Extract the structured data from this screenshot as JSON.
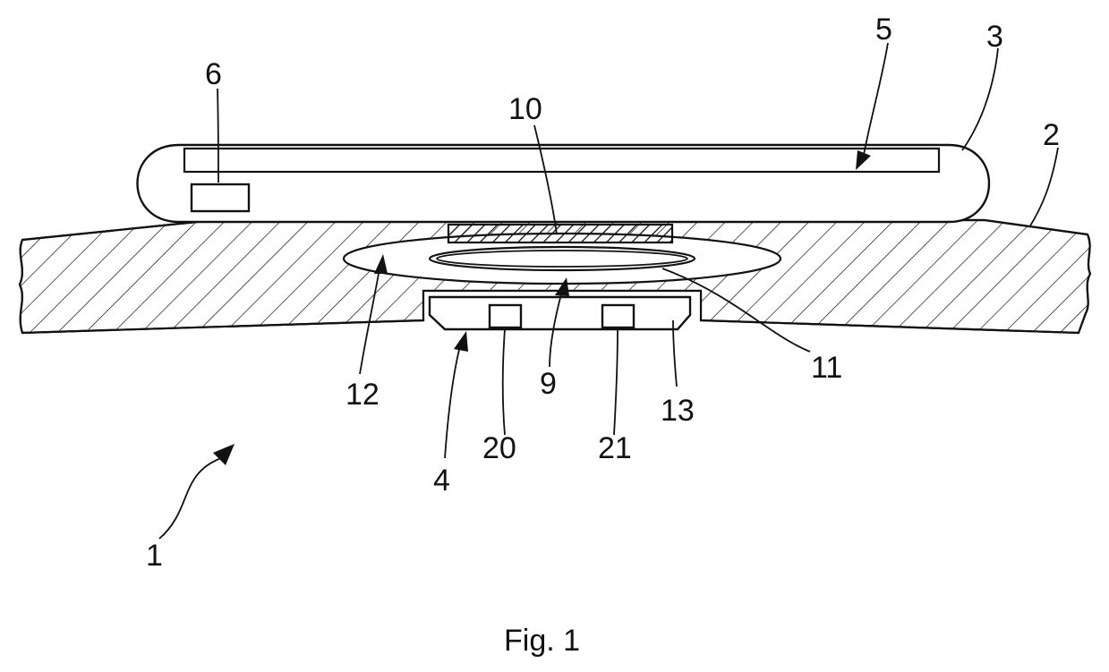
{
  "figure": {
    "caption": "Fig. 1",
    "colors": {
      "stroke": "#111111",
      "background": "#ffffff"
    },
    "reference_numerals": {
      "n1": "1",
      "n2": "2",
      "n3": "3",
      "n4": "4",
      "n5": "5",
      "n6": "6",
      "n9": "9",
      "n10": "10",
      "n11": "11",
      "n12": "12",
      "n13": "13",
      "n20": "20",
      "n21": "21"
    }
  }
}
